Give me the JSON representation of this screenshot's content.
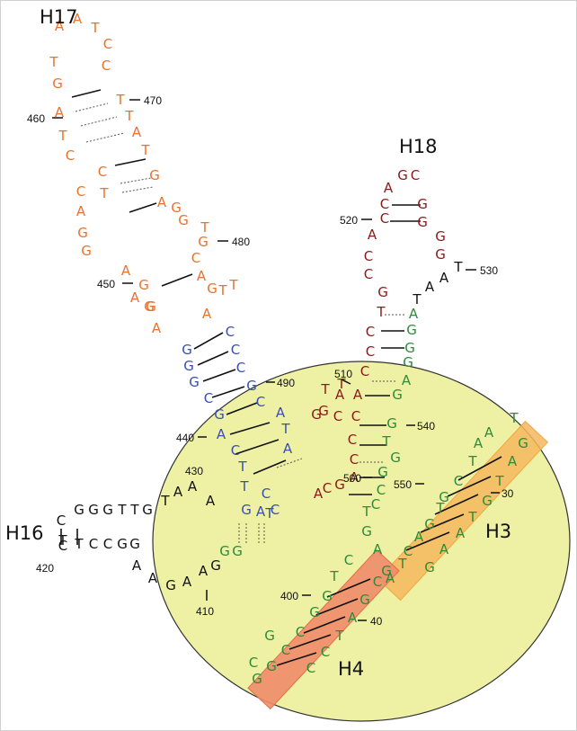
{
  "colors": {
    "orange": "#e8732e",
    "red": "#8a1a1a",
    "blue": "#3a4fb0",
    "green": "#2e8b3a",
    "black": "#111111",
    "circle_fill": "#eef0a4",
    "h3_fill": "#f5b85e",
    "h4_fill": "#ee8c6a"
  },
  "labels": {
    "h17": "H17",
    "h18": "H18",
    "h16": "H16",
    "h3": "H3",
    "h4": "H4"
  },
  "numbers": {
    "n470": "470",
    "n460": "460",
    "n480": "480",
    "n450": "450",
    "n520": "520",
    "n530": "530",
    "n490": "490",
    "n510": "510",
    "n540": "540",
    "n440": "440",
    "n430": "430",
    "n500": "500",
    "n550": "550",
    "n30": "30",
    "n420": "420",
    "n410": "410",
    "n400": "400",
    "n40": "40"
  },
  "nucleotides": [
    {
      "b": "A",
      "c": "orange"
    },
    {
      "b": "A",
      "c": "orange"
    },
    {
      "b": "T",
      "c": "orange"
    },
    {
      "b": "C",
      "c": "orange"
    },
    {
      "b": "T",
      "c": "orange"
    },
    {
      "b": "C",
      "c": "orange"
    },
    {
      "b": "T",
      "c": "orange"
    },
    {
      "b": "G",
      "c": "orange"
    },
    {
      "b": "A",
      "c": "orange"
    },
    {
      "b": "T",
      "c": "orange"
    },
    {
      "b": "T",
      "c": "orange"
    },
    {
      "b": "A",
      "c": "orange"
    },
    {
      "b": "C",
      "c": "orange"
    },
    {
      "b": "T",
      "c": "orange"
    },
    {
      "b": "G",
      "c": "orange"
    },
    {
      "b": "C",
      "c": "orange"
    },
    {
      "b": "T",
      "c": "orange"
    },
    {
      "b": "A",
      "c": "orange"
    },
    {
      "b": "C",
      "c": "orange"
    },
    {
      "b": "G",
      "c": "orange"
    },
    {
      "b": "A",
      "c": "orange"
    },
    {
      "b": "G",
      "c": "orange"
    },
    {
      "b": "T",
      "c": "orange"
    },
    {
      "b": "G",
      "c": "orange"
    },
    {
      "b": "G",
      "c": "orange"
    },
    {
      "b": "G",
      "c": "orange"
    },
    {
      "b": "A",
      "c": "orange"
    },
    {
      "b": "C",
      "c": "orange"
    },
    {
      "b": "A",
      "c": "orange"
    },
    {
      "b": "G",
      "c": "orange"
    },
    {
      "b": "G",
      "c": "orange"
    },
    {
      "b": "T",
      "c": "orange"
    },
    {
      "b": "G",
      "c": "orange"
    },
    {
      "b": "T",
      "c": "orange"
    },
    {
      "b": "A",
      "c": "orange"
    },
    {
      "b": "A",
      "c": "orange"
    },
    {
      "b": "G",
      "c": "orange"
    },
    {
      "b": "A",
      "c": "orange"
    },
    {
      "b": "G",
      "c": "blue"
    },
    {
      "b": "C",
      "c": "blue"
    },
    {
      "b": "G",
      "c": "blue"
    },
    {
      "b": "C",
      "c": "blue"
    },
    {
      "b": "G",
      "c": "blue"
    },
    {
      "b": "C",
      "c": "blue"
    },
    {
      "b": "C",
      "c": "blue"
    },
    {
      "b": "G",
      "c": "blue"
    },
    {
      "b": "G",
      "c": "blue"
    },
    {
      "b": "C",
      "c": "blue"
    },
    {
      "b": "A",
      "c": "blue"
    },
    {
      "b": "A",
      "c": "blue"
    },
    {
      "b": "C",
      "c": "blue"
    },
    {
      "b": "T",
      "c": "blue"
    },
    {
      "b": "A",
      "c": "blue"
    },
    {
      "b": "T",
      "c": "blue"
    },
    {
      "b": "C",
      "c": "blue"
    },
    {
      "b": "T",
      "c": "blue"
    },
    {
      "b": "G",
      "c": "blue"
    },
    {
      "b": "T",
      "c": "blue"
    },
    {
      "b": "A",
      "c": "blue"
    },
    {
      "b": "C",
      "c": "blue"
    },
    {
      "b": "G",
      "c": "red"
    },
    {
      "b": "C",
      "c": "red"
    },
    {
      "b": "A",
      "c": "red"
    },
    {
      "b": "C",
      "c": "red"
    },
    {
      "b": "G",
      "c": "red"
    },
    {
      "b": "C",
      "c": "red"
    },
    {
      "b": "G",
      "c": "red"
    },
    {
      "b": "G",
      "c": "red"
    },
    {
      "b": "A",
      "c": "red"
    },
    {
      "b": "G",
      "c": "red"
    },
    {
      "b": "C",
      "c": "red"
    },
    {
      "b": "C",
      "c": "red"
    },
    {
      "b": "G",
      "c": "red"
    },
    {
      "b": "T",
      "c": "red"
    },
    {
      "b": "C",
      "c": "red"
    },
    {
      "b": "C",
      "c": "red"
    },
    {
      "b": "C",
      "c": "red"
    },
    {
      "b": "T",
      "c": "red"
    },
    {
      "b": "T",
      "c": "red"
    },
    {
      "b": "A",
      "c": "red"
    },
    {
      "b": "A",
      "c": "red"
    },
    {
      "b": "C",
      "c": "red"
    },
    {
      "b": "C",
      "c": "red"
    },
    {
      "b": "G",
      "c": "red"
    },
    {
      "b": "G",
      "c": "red"
    },
    {
      "b": "C",
      "c": "red"
    },
    {
      "b": "C",
      "c": "red"
    },
    {
      "b": "A",
      "c": "red"
    },
    {
      "b": "C",
      "c": "red"
    },
    {
      "b": "G",
      "c": "red"
    },
    {
      "b": "A",
      "c": "red"
    },
    {
      "b": "T",
      "c": "black"
    },
    {
      "b": "A",
      "c": "black"
    },
    {
      "b": "A",
      "c": "black"
    },
    {
      "b": "T",
      "c": "black"
    },
    {
      "b": "A",
      "c": "green"
    },
    {
      "b": "G",
      "c": "green"
    },
    {
      "b": "G",
      "c": "green"
    },
    {
      "b": "G",
      "c": "green"
    },
    {
      "b": "A",
      "c": "green"
    },
    {
      "b": "G",
      "c": "green"
    },
    {
      "b": "G",
      "c": "green"
    },
    {
      "b": "T",
      "c": "green"
    },
    {
      "b": "G",
      "c": "green"
    },
    {
      "b": "G",
      "c": "green"
    },
    {
      "b": "C",
      "c": "green"
    },
    {
      "b": "C",
      "c": "green"
    },
    {
      "b": "T",
      "c": "green"
    },
    {
      "b": "G",
      "c": "green"
    },
    {
      "b": "A",
      "c": "green"
    },
    {
      "b": "G",
      "c": "green"
    },
    {
      "b": "T",
      "c": "green"
    },
    {
      "b": "A",
      "c": "green"
    },
    {
      "b": "A",
      "c": "green"
    },
    {
      "b": "T",
      "c": "green"
    },
    {
      "b": "C",
      "c": "green"
    },
    {
      "b": "G",
      "c": "green"
    },
    {
      "b": "T",
      "c": "green"
    },
    {
      "b": "G",
      "c": "green"
    },
    {
      "b": "A",
      "c": "green"
    },
    {
      "b": "C",
      "c": "green"
    },
    {
      "b": "T",
      "c": "green"
    },
    {
      "b": "A",
      "c": "green"
    },
    {
      "b": "G",
      "c": "green"
    },
    {
      "b": "A",
      "c": "green"
    },
    {
      "b": "T",
      "c": "green"
    },
    {
      "b": "G",
      "c": "green"
    },
    {
      "b": "T",
      "c": "green"
    },
    {
      "b": "A",
      "c": "green"
    },
    {
      "b": "A",
      "c": "green"
    },
    {
      "b": "G",
      "c": "green"
    },
    {
      "b": "C",
      "c": "green"
    },
    {
      "b": "T",
      "c": "green"
    },
    {
      "b": "G",
      "c": "green"
    },
    {
      "b": "G",
      "c": "green"
    },
    {
      "b": "C",
      "c": "green"
    },
    {
      "b": "C",
      "c": "green"
    },
    {
      "b": "G",
      "c": "green"
    },
    {
      "b": "G",
      "c": "green"
    },
    {
      "b": "C",
      "c": "green"
    },
    {
      "b": "G",
      "c": "green"
    },
    {
      "b": "A",
      "c": "green"
    },
    {
      "b": "T",
      "c": "green"
    },
    {
      "b": "C",
      "c": "green"
    },
    {
      "b": "C",
      "c": "green"
    },
    {
      "b": "G",
      "c": "green"
    },
    {
      "b": "C",
      "c": "green"
    },
    {
      "b": "G",
      "c": "green"
    },
    {
      "b": "G",
      "c": "green"
    },
    {
      "b": "C",
      "c": "black"
    },
    {
      "b": "G",
      "c": "black"
    },
    {
      "b": "G",
      "c": "black"
    },
    {
      "b": "G",
      "c": "black"
    },
    {
      "b": "T",
      "c": "black"
    },
    {
      "b": "T",
      "c": "black"
    },
    {
      "b": "G",
      "c": "black"
    },
    {
      "b": "T",
      "c": "black"
    },
    {
      "b": "A",
      "c": "black"
    },
    {
      "b": "A",
      "c": "black"
    },
    {
      "b": "A",
      "c": "black"
    },
    {
      "b": "C",
      "c": "black"
    },
    {
      "b": "T",
      "c": "black"
    },
    {
      "b": "T",
      "c": "black"
    },
    {
      "b": "C",
      "c": "black"
    },
    {
      "b": "C",
      "c": "black"
    },
    {
      "b": "G",
      "c": "black"
    },
    {
      "b": "G",
      "c": "black"
    },
    {
      "b": "A",
      "c": "black"
    },
    {
      "b": "A",
      "c": "black"
    },
    {
      "b": "G",
      "c": "black"
    },
    {
      "b": "A",
      "c": "black"
    },
    {
      "b": "A",
      "c": "black"
    },
    {
      "b": "G",
      "c": "black"
    }
  ]
}
